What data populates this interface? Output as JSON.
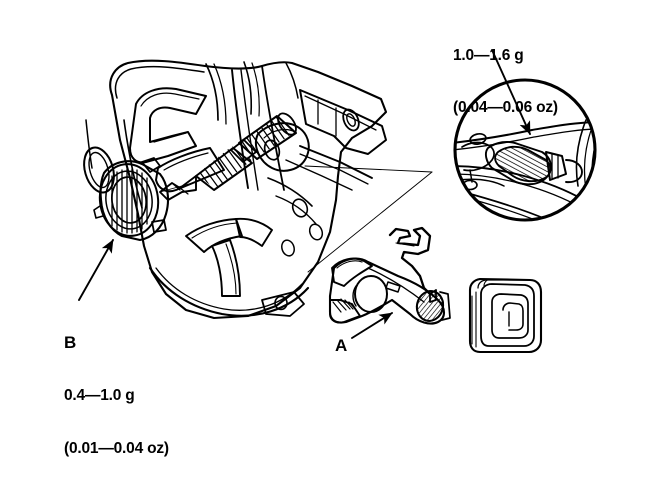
{
  "figure": {
    "type": "technical-line-drawing",
    "subject": "Manual transmission clutch release bearing and release fork grease application",
    "background_color": "#ffffff",
    "line_color": "#000000"
  },
  "callouts": {
    "top": {
      "name": "grease-spec-fork-ball",
      "line1": "1.0—1.6 g",
      "line2": "(0.04—0.06 oz)",
      "points_to": "release fork ball socket contact (detail circle)"
    },
    "b": {
      "name": "grease-spec-release-bearing",
      "marker": "B",
      "line1": "0.4—1.0 g",
      "line2": "(0.01—0.04 oz)",
      "points_to": "release bearing"
    },
    "a": {
      "name": "release-fork-marker",
      "marker": "A",
      "points_to": "release fork"
    }
  },
  "parts": [
    {
      "id": "housing",
      "label": "transmission clutch housing"
    },
    {
      "id": "input-shaft",
      "label": "input shaft with splines"
    },
    {
      "id": "release-bearing",
      "label": "release bearing",
      "marker": "B"
    },
    {
      "id": "release-fork",
      "label": "release fork",
      "marker": "A"
    },
    {
      "id": "fork-spring",
      "label": "release fork spring clip"
    },
    {
      "id": "fork-boot",
      "label": "release fork rubber boot"
    },
    {
      "id": "detail-circle",
      "label": "enlarged detail of fork ball socket"
    }
  ]
}
